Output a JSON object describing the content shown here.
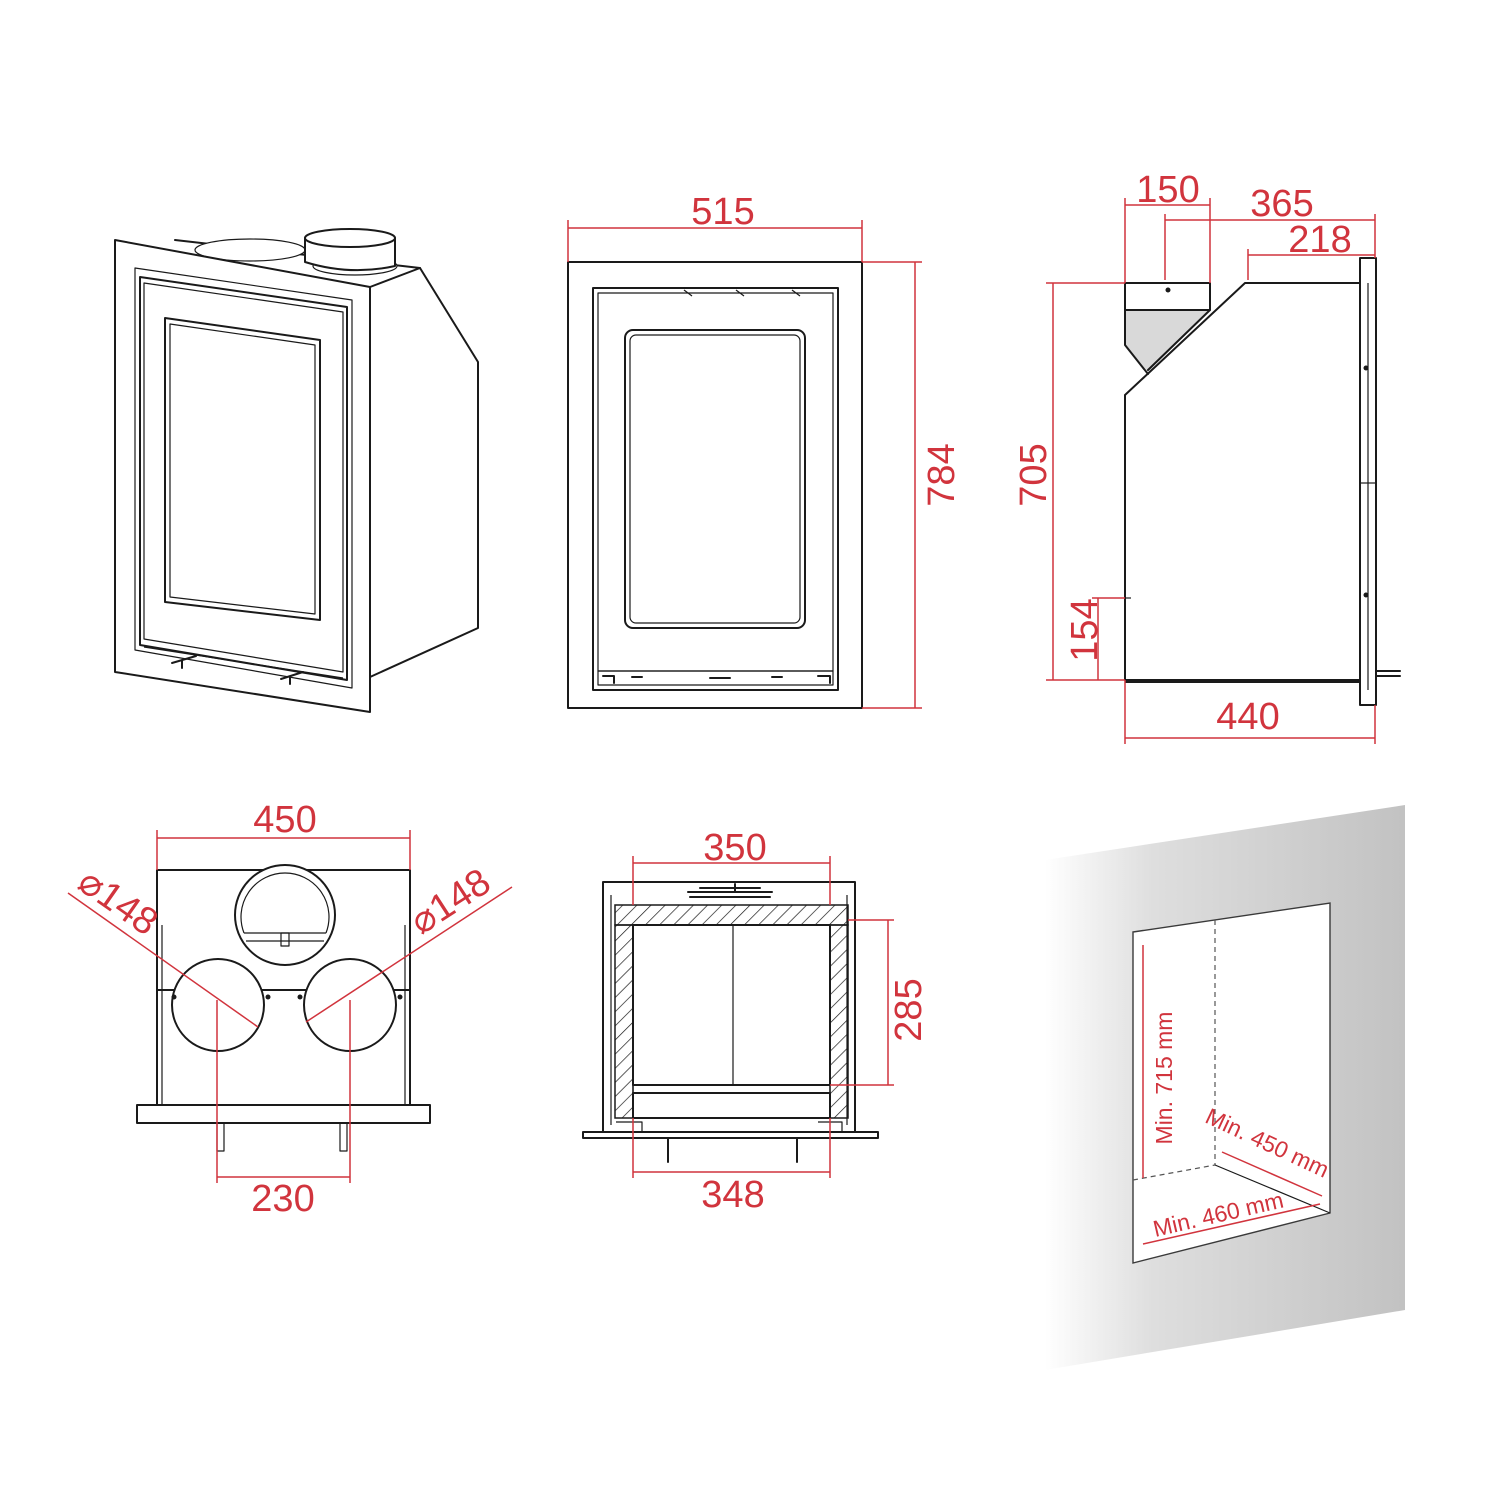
{
  "colors": {
    "dimension": "#d1343d",
    "line": "#1a1a1a",
    "wall_light": "#ffffff",
    "wall_dark": "#c2c2c2"
  },
  "front_view": {
    "width": "515",
    "height": "784"
  },
  "side_view": {
    "flue_width": "150",
    "flue_to_front": "365",
    "top_to_front": "218",
    "height": "705",
    "inlet_height": "154",
    "depth": "440"
  },
  "top_view": {
    "width": "450",
    "outlet_spacing": "230",
    "left_outlet_diameter": "⌀148",
    "right_outlet_diameter": "⌀148"
  },
  "firebox_view": {
    "top_width": "350",
    "bottom_width": "348",
    "height": "285"
  },
  "wall_opening": {
    "min_height": "Min. 715 mm",
    "min_depth": "Min. 450 mm",
    "min_width": "Min. 460 mm"
  }
}
